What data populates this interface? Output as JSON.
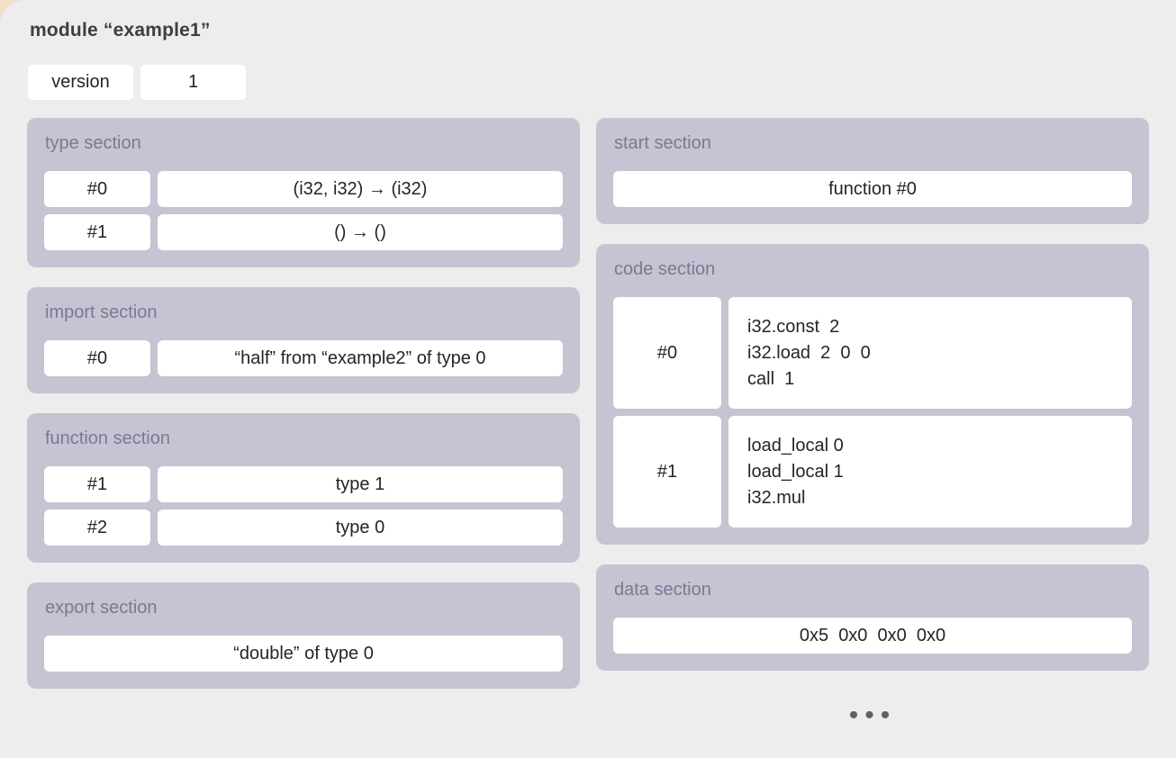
{
  "module": {
    "title": "module “example1”",
    "version_label": "version",
    "version_value": "1"
  },
  "sections": {
    "type": {
      "title": "type section",
      "rows": [
        {
          "index": "#0",
          "value": "(i32, i32) → (i32)"
        },
        {
          "index": "#1",
          "value": "() → ()"
        }
      ]
    },
    "import": {
      "title": "import section",
      "rows": [
        {
          "index": "#0",
          "value": "“half” from “example2” of type 0"
        }
      ]
    },
    "function": {
      "title": "function section",
      "rows": [
        {
          "index": "#1",
          "value": "type 1"
        },
        {
          "index": "#2",
          "value": "type 0"
        }
      ]
    },
    "export": {
      "title": "export section",
      "rows": [
        {
          "value": "“double” of type 0"
        }
      ]
    },
    "start": {
      "title": "start section",
      "rows": [
        {
          "value": "function #0"
        }
      ]
    },
    "code": {
      "title": "code section",
      "rows": [
        {
          "index": "#0",
          "lines": "i32.const  2\ni32.load  2  0  0\ncall  1"
        },
        {
          "index": "#1",
          "lines": "load_local 0\nload_local 1\ni32.mul"
        }
      ]
    },
    "data": {
      "title": "data section",
      "rows": [
        {
          "value": "0x5  0x0  0x0  0x0"
        }
      ]
    }
  },
  "more_indicator": "•••",
  "colors": {
    "background": "#EDEDED",
    "card": "#C7C3D3",
    "section_title": "#7D7795",
    "box": "#FFFFFF",
    "text": "#252525",
    "corner_accent": "#F3DFC8",
    "dots": "#616161"
  }
}
